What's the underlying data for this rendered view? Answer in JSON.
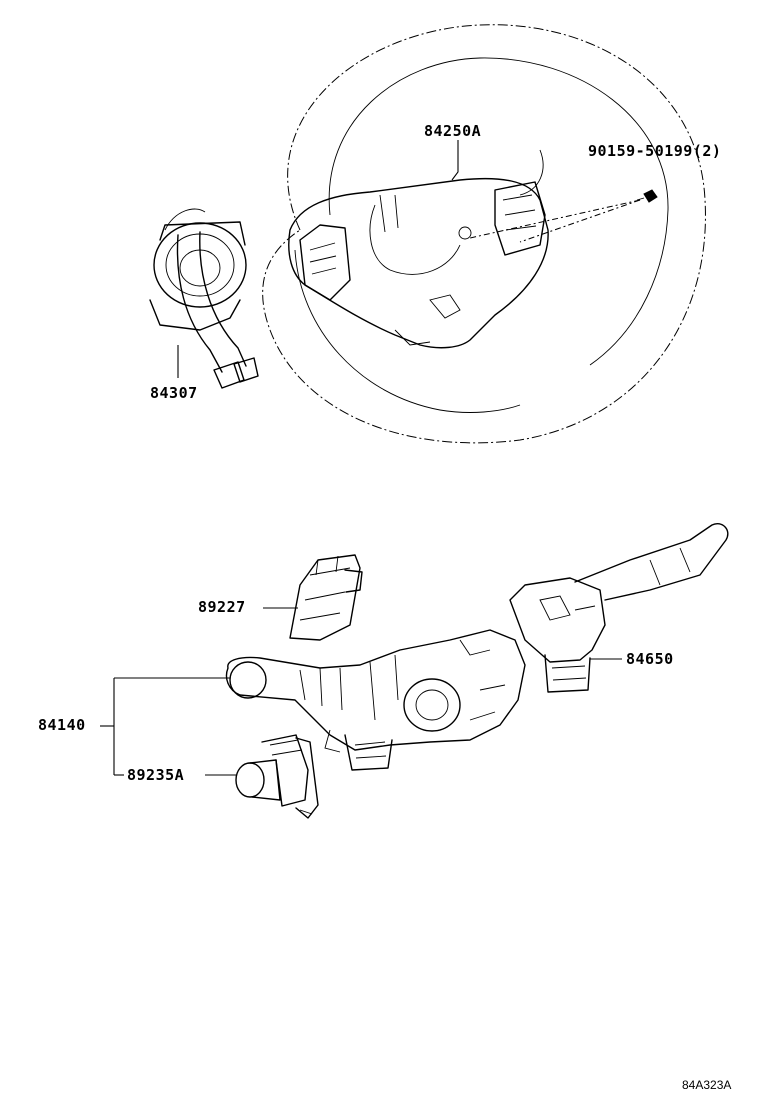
{
  "diagram": {
    "labels": {
      "horn_pad": "84250A",
      "screw": "90159-50199(2)",
      "spiral_cable": "84307",
      "switch_cover": "89227",
      "combination_switch": "84140",
      "cruise_switch": "89235A",
      "wiper_switch": "84650"
    },
    "figure_code": "84A323A"
  }
}
